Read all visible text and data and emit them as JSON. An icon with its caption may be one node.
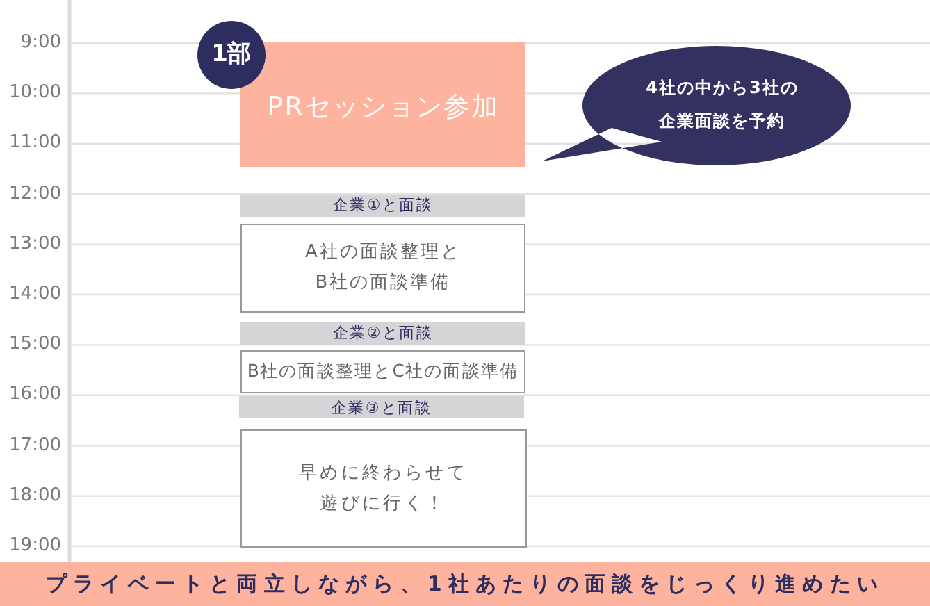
{
  "diagram": {
    "nodes": [
      {
        "text": [
          "1部"
        ]
      },
      {
        "text": [
          "PRセッション参加"
        ]
      },
      {
        "text": [
          "4社の中から3社の企業面談を予約"
        ]
      },
      {
        "text": [
          "企業①と面談"
        ]
      },
      {
        "text": [
          "A社の面談整理とB社の面談準備"
        ]
      },
      {
        "text": [
          "企業②と面談"
        ]
      },
      {
        "text": [
          "B社の面談整理とC社の面談準備"
        ]
      },
      {
        "text": [
          "企業③と面談"
        ]
      },
      {
        "text": [
          "早めに終わらせて遊びに行く！"
        ]
      },
      {
        "text": [
          "プライベートと両立しながら、1社あたりの面談をじっくり進めたい"
        ]
      }
    ],
    "labels": [
      "9:00",
      "10:00",
      "11:00",
      "12:00",
      "13:00",
      "14:00",
      "15:00",
      "16:00",
      "17:00",
      "18:00",
      "19:00"
    ]
  }
}
